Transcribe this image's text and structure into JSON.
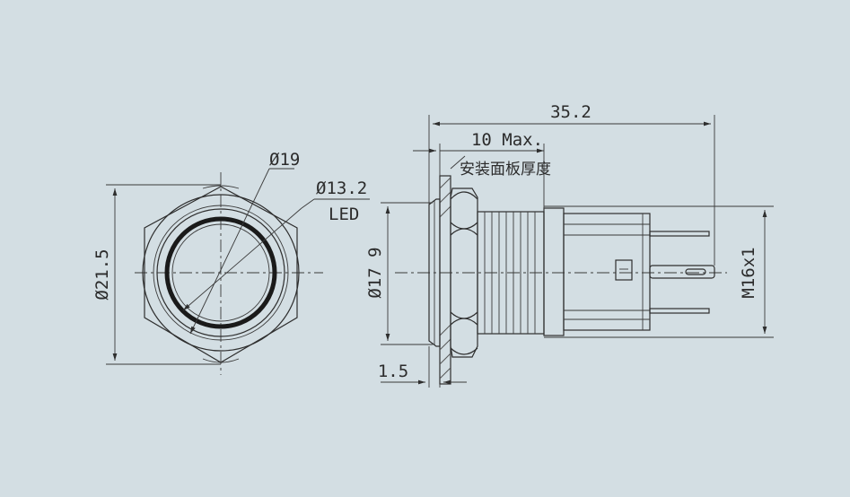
{
  "front_view": {
    "outer_diameter": "Ø21.5",
    "bezel_diameter": "Ø19",
    "led_ring_diameter": "Ø13.2",
    "led_label": "LED"
  },
  "side_view": {
    "total_length": "35.2",
    "max_panel": "10 Max.",
    "panel_thickness_label": "安装面板厚度",
    "front_diameter": "Ø17 9",
    "bezel_thickness": "1.5",
    "thread_spec": "M16x1"
  }
}
